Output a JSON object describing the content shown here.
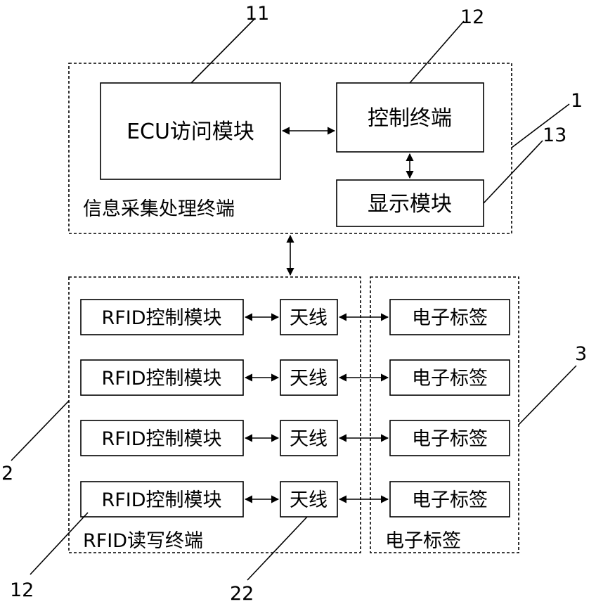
{
  "modules": {
    "ecu": "ECU访问模块",
    "control_terminal": "控制终端",
    "display": "显示模块"
  },
  "groups": {
    "info_terminal": "信息采集处理终端",
    "rfid_terminal": "RFID读写终端",
    "tag_group": "电子标签"
  },
  "rows": [
    {
      "rfid": "RFID控制模块",
      "antenna": "天线",
      "tag": "电子标签"
    },
    {
      "rfid": "RFID控制模块",
      "antenna": "天线",
      "tag": "电子标签"
    },
    {
      "rfid": "RFID控制模块",
      "antenna": "天线",
      "tag": "电子标签"
    },
    {
      "rfid": "RFID控制模块",
      "antenna": "天线",
      "tag": "电子标签"
    }
  ],
  "callouts": {
    "n11": "11",
    "n12_top": "12",
    "n1": "1",
    "n13": "13",
    "n2": "2",
    "n3": "3",
    "n12_bottom": "12",
    "n22": "22"
  }
}
